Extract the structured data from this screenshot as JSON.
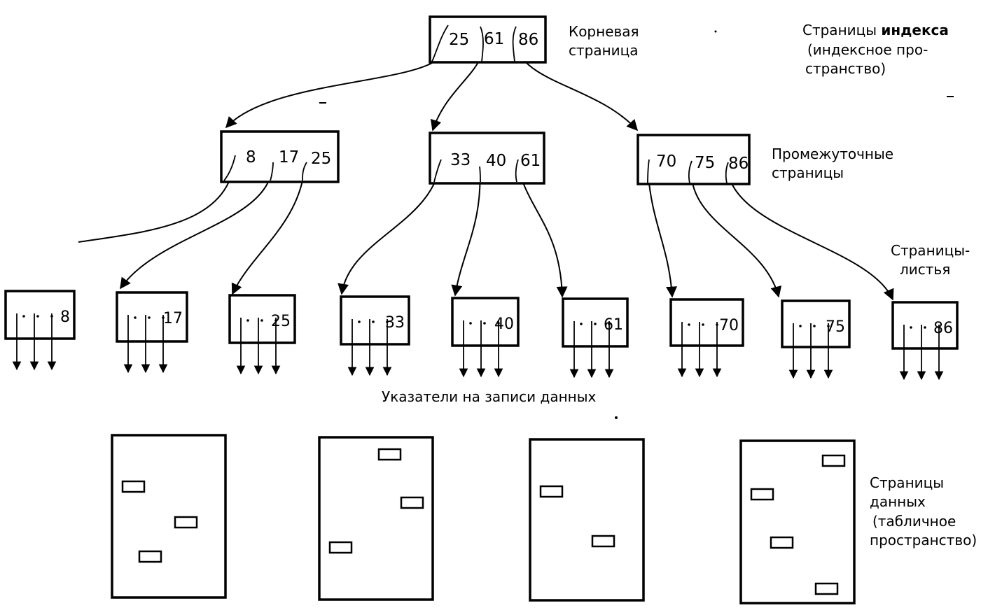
{
  "root": {
    "keys": [
      "25",
      "61",
      "86"
    ],
    "label": [
      "Корневая",
      "страница"
    ]
  },
  "index_label": [
    "Страницы индекса",
    "(индексное про-",
    "странство)"
  ],
  "intermediate": {
    "label": [
      "Промежуточные",
      "страницы"
    ],
    "nodes": [
      {
        "keys": [
          "8",
          "17",
          "25"
        ]
      },
      {
        "keys": [
          "33",
          "40",
          "61"
        ]
      },
      {
        "keys": [
          "70",
          "75",
          "86"
        ]
      }
    ]
  },
  "leaves": {
    "label": [
      "Страницы-",
      "листья"
    ],
    "items": [
      {
        "value": "8"
      },
      {
        "value": "17"
      },
      {
        "value": "25"
      },
      {
        "value": "33"
      },
      {
        "value": "40"
      },
      {
        "value": "61"
      },
      {
        "value": "70"
      },
      {
        "value": "75"
      },
      {
        "value": "86"
      }
    ]
  },
  "pointers_label": "Указатели на записи данных",
  "data_pages": {
    "label": [
      "Страницы",
      "данных",
      "(табличное",
      "пространство)"
    ],
    "count": 4
  }
}
